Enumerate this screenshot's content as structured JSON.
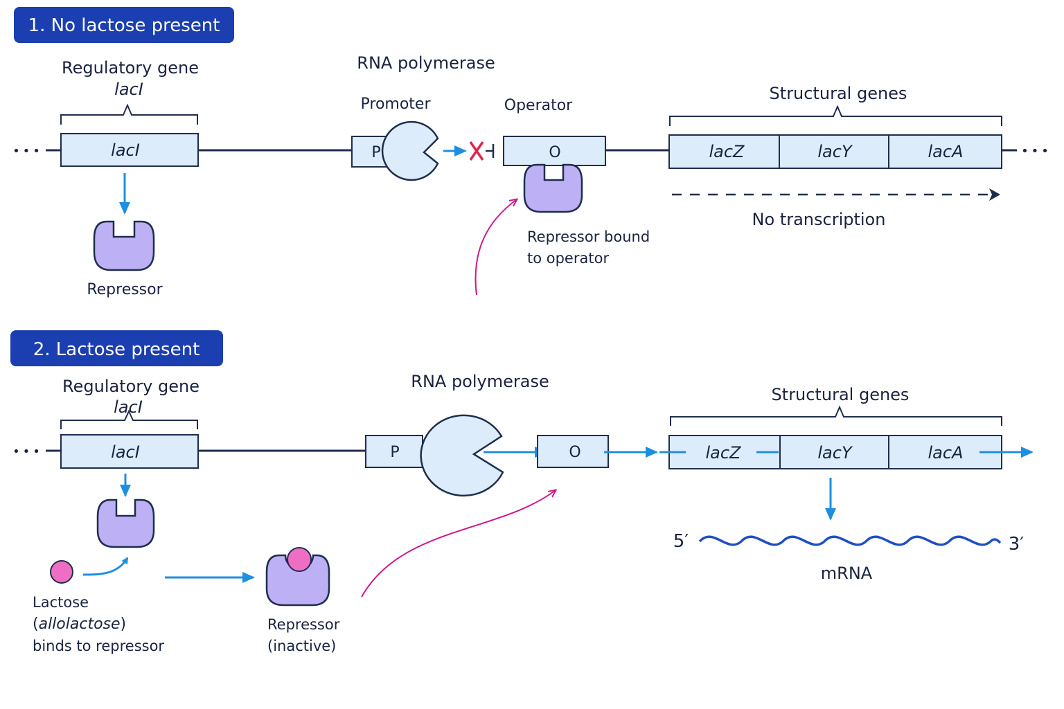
{
  "panel1": {
    "banner": "1. No lactose present",
    "regulatory_gene": "Regulatory gene",
    "regulatory_gene_name": "lacI",
    "laci_box": "lacI",
    "repressor": "Repressor",
    "rna_polymerase": "RNA polymerase",
    "promoter": "Promoter",
    "promoter_box": "P",
    "operator": "Operator",
    "operator_box": "O",
    "structural_genes": "Structural genes",
    "genes": [
      "lacZ",
      "lacY",
      "lacA"
    ],
    "repressor_bound_line1": "Repressor bound",
    "repressor_bound_line2": "to operator",
    "no_transcription": "No transcription",
    "ellipsis_left": "•••",
    "ellipsis_right": "•••"
  },
  "panel2": {
    "banner": "2. Lactose present",
    "regulatory_gene": "Regulatory gene",
    "regulatory_gene_name": "lacI",
    "laci_box": "lacI",
    "rna_polymerase": "RNA polymerase",
    "promoter_box": "P",
    "operator_box": "O",
    "structural_genes": "Structural genes",
    "genes": [
      "lacZ",
      "lacY",
      "lacA"
    ],
    "lactose_line1": "Lactose",
    "lactose_line2_open": "(",
    "lactose_line2_word": "allolactose",
    "lactose_line2_close": ")",
    "lactose_line3": "binds to repressor",
    "repressor_inactive_line1": "Repressor",
    "repressor_inactive_line2": "(inactive)",
    "five_prime": "5′",
    "three_prime": "3′",
    "mrna": "mRNA",
    "ellipsis_left": "•••"
  },
  "colors": {
    "banner": "#1b3fb0",
    "gene_fill": "#dcecfb",
    "repressor": "#bdb0f5",
    "lactose": "#ee6ec4",
    "arrow_blue": "#1c8fe0",
    "arrow_magenta": "#d0178d",
    "block_x": "#e0234b",
    "mrna": "#1e4fc4"
  }
}
